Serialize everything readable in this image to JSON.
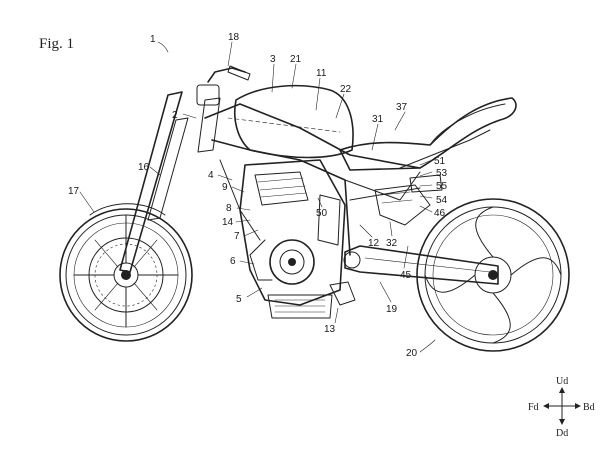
{
  "figure": {
    "title": "Fig. 1"
  },
  "reference_numerals": [
    "1",
    "2",
    "3",
    "4",
    "5",
    "6",
    "7",
    "8",
    "9",
    "11",
    "12",
    "13",
    "14",
    "16",
    "17",
    "18",
    "19",
    "20",
    "21",
    "22",
    "31",
    "32",
    "37",
    "45",
    "46",
    "50",
    "51",
    "53",
    "54",
    "55"
  ],
  "direction_indicator": {
    "up": "Ud",
    "down": "Dd",
    "front": "Fd",
    "back": "Bd"
  }
}
